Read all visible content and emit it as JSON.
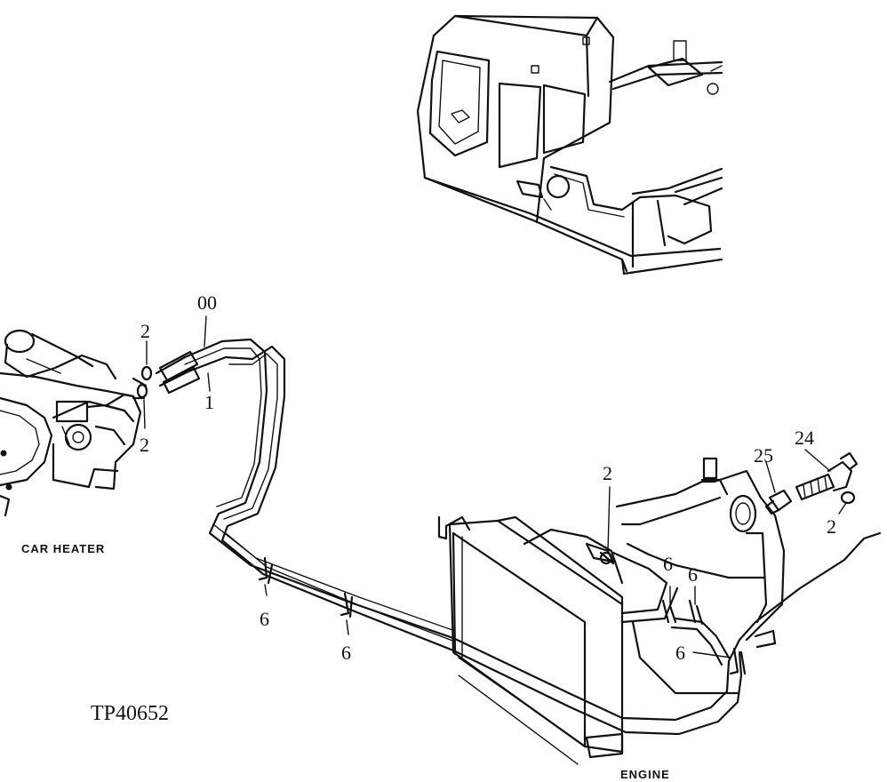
{
  "labels": {
    "car_heater": "CAR HEATER",
    "engine": "ENGINE",
    "figure_id": "TP40652"
  },
  "callouts": {
    "c00": "00",
    "c1": "1",
    "c2_top": "2",
    "c2_bottom": "2",
    "c2_engine": "2",
    "c2_valve": "2",
    "c24": "24",
    "c25": "25",
    "c6_a": "6",
    "c6_b": "6",
    "c6_c": "6",
    "c6_d": "6",
    "c6_e": "6"
  }
}
